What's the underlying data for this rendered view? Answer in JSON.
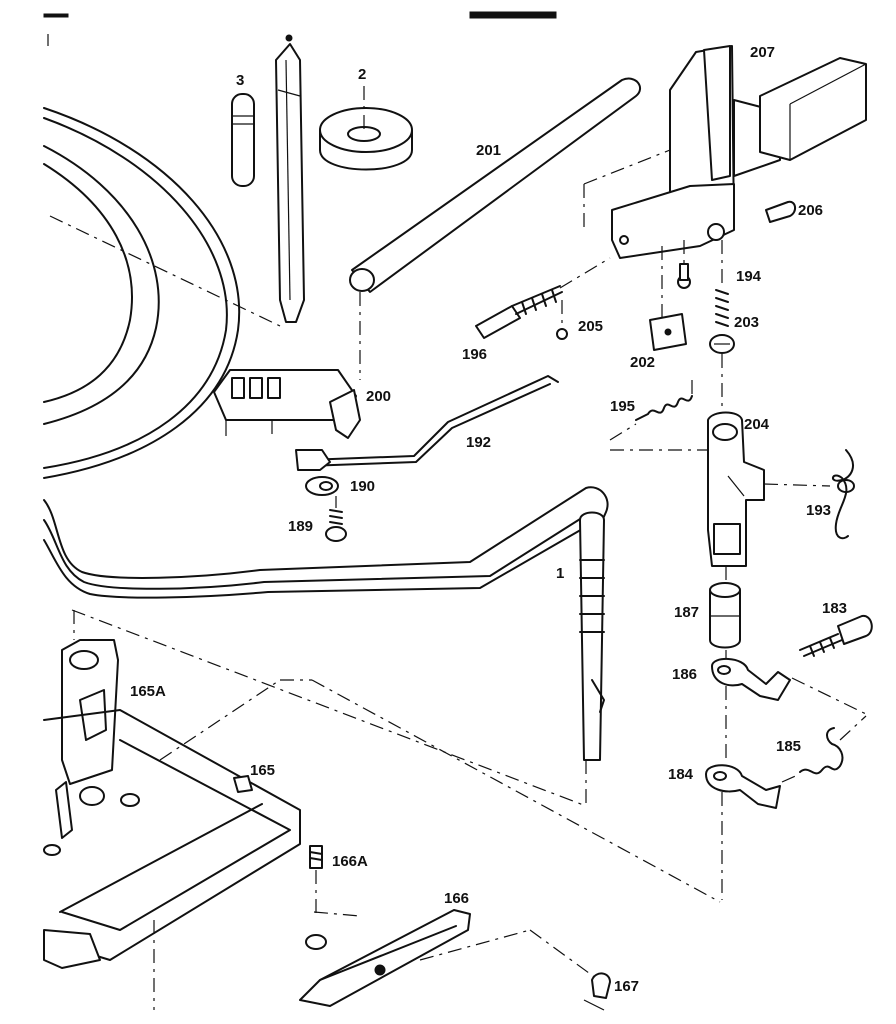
{
  "diagram": {
    "labels": {
      "p1": "1",
      "p2": "2",
      "p3": "3",
      "p165": "165",
      "p165a": "165A",
      "p166": "166",
      "p166a": "166A",
      "p167": "167",
      "p183": "183",
      "p184": "184",
      "p185": "185",
      "p186": "186",
      "p187": "187",
      "p189": "189",
      "p190": "190",
      "p192": "192",
      "p193": "193",
      "p194": "194",
      "p195": "195",
      "p196": "196",
      "p200": "200",
      "p201": "201",
      "p202": "202",
      "p203": "203",
      "p204": "204",
      "p205": "205",
      "p206": "206",
      "p207": "207"
    }
  }
}
